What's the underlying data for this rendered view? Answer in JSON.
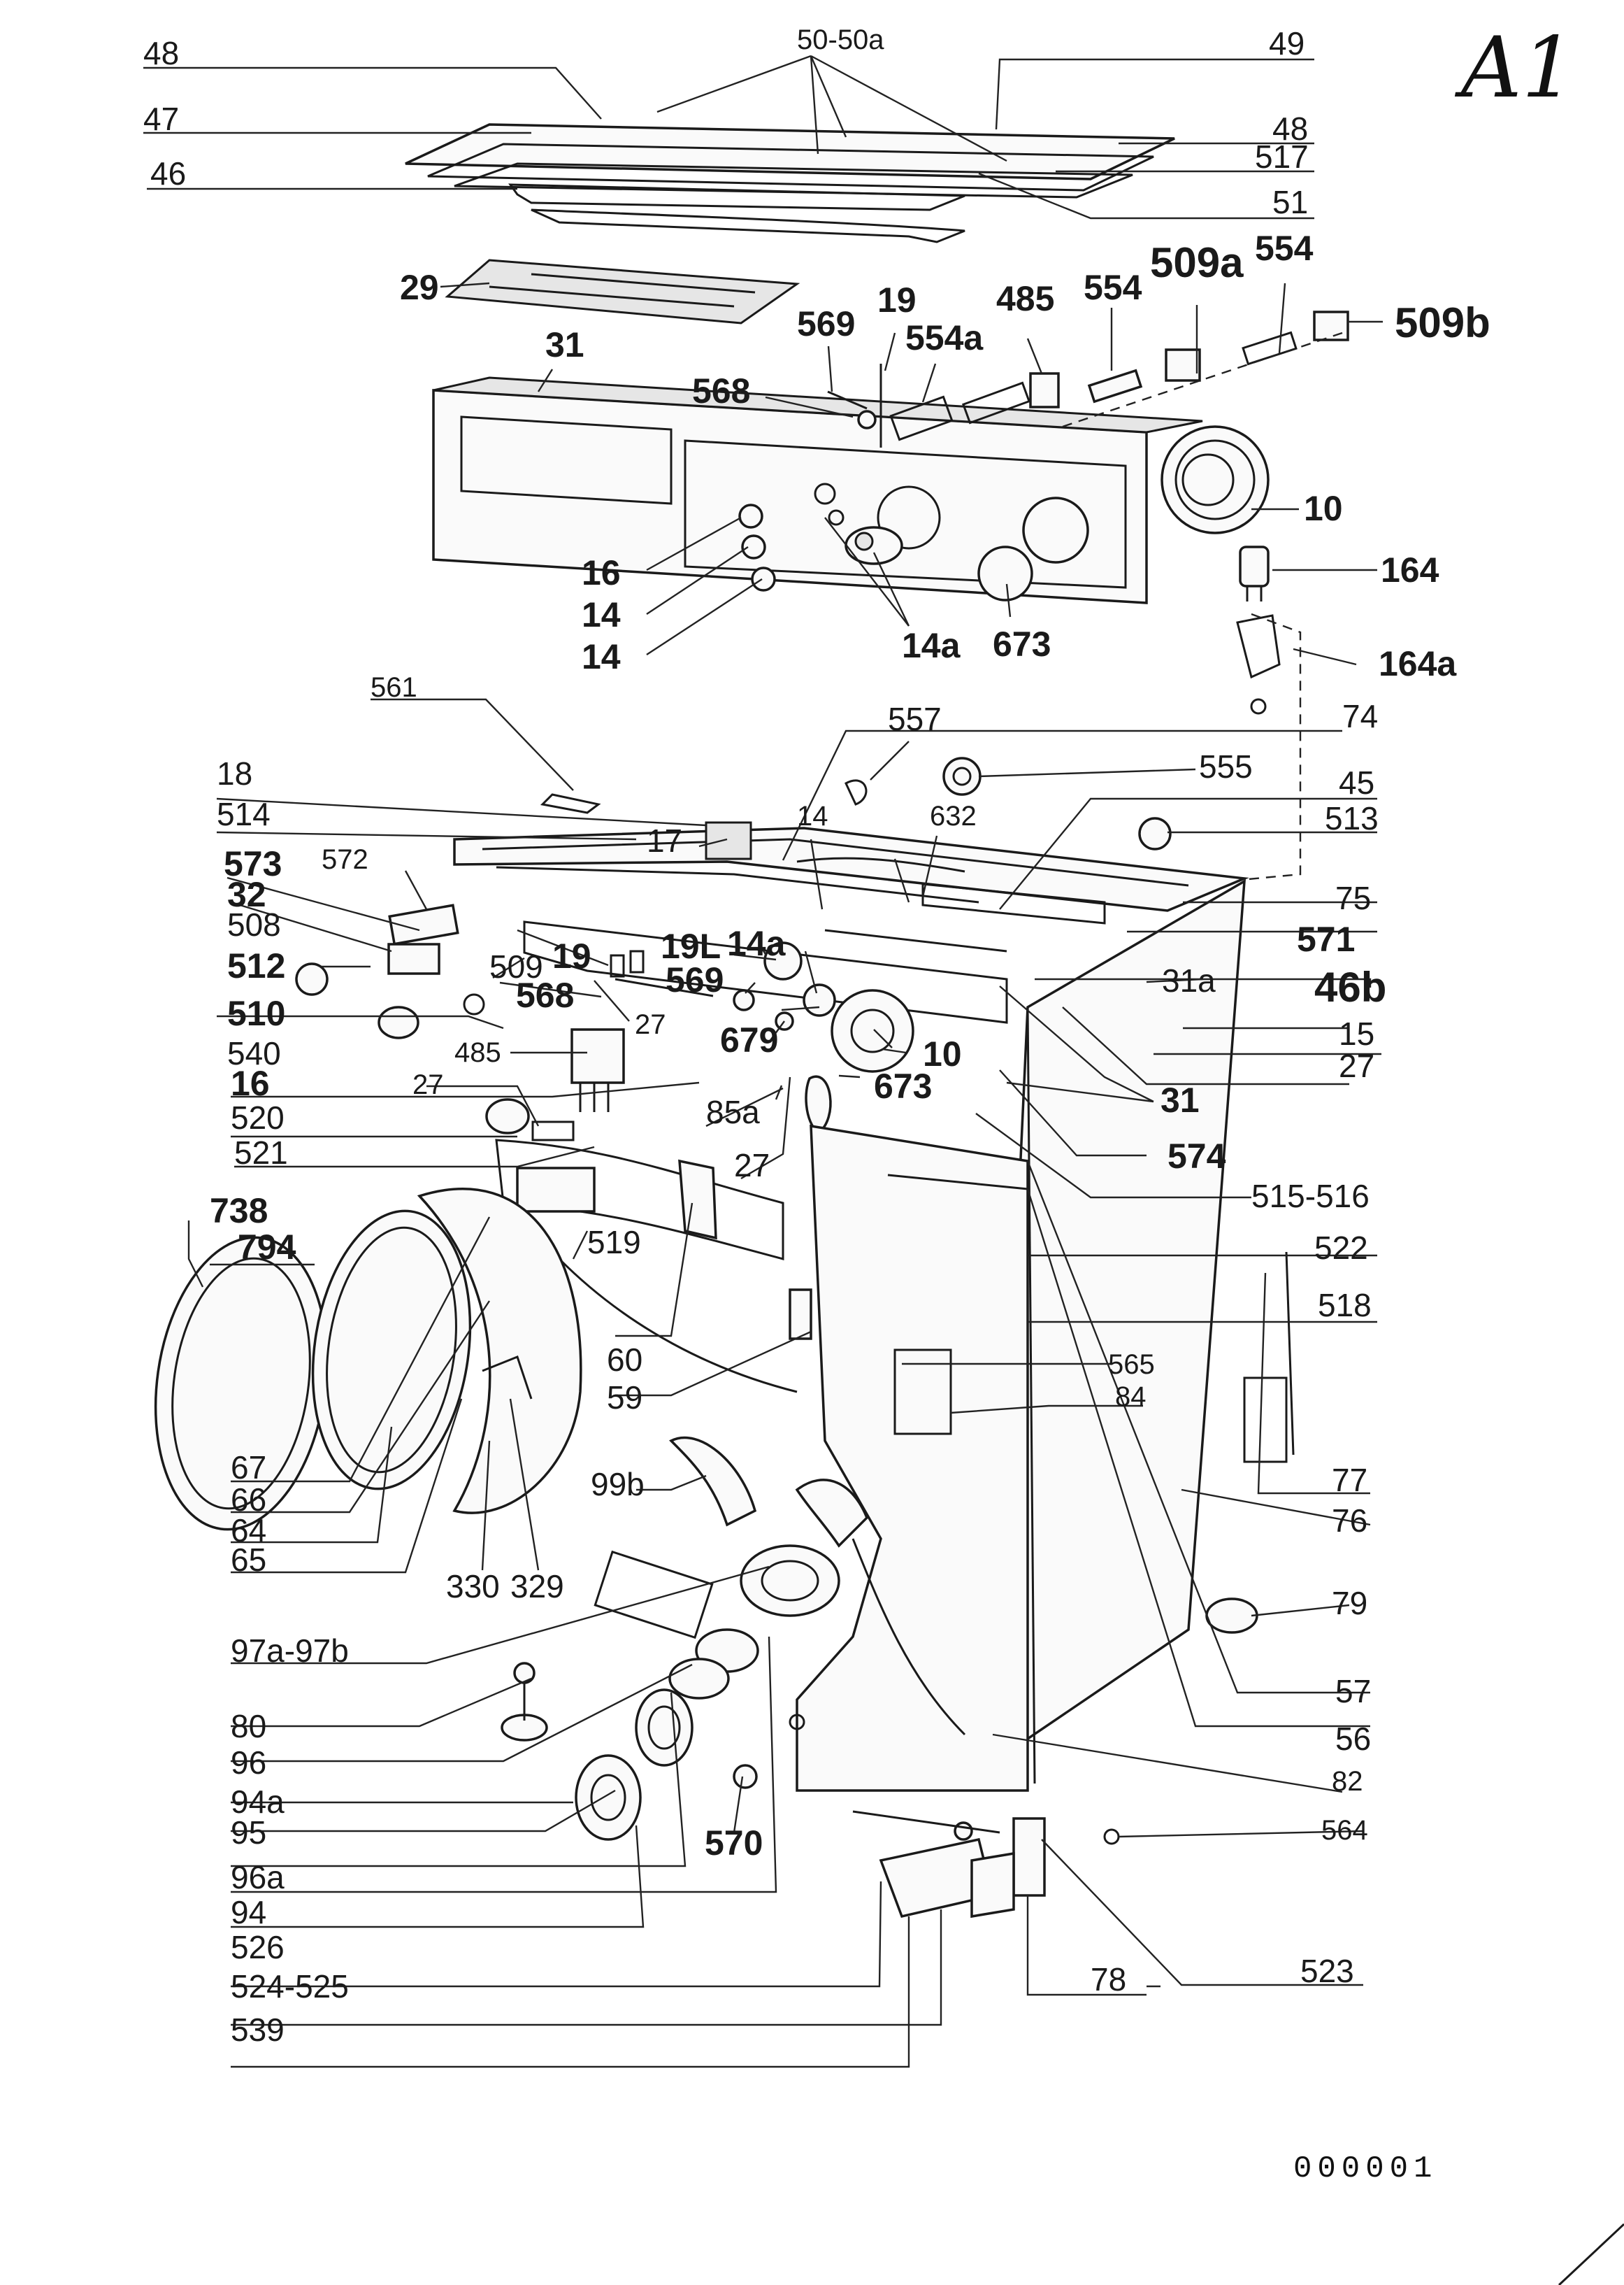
{
  "sheet_id": "A1",
  "drawing_number": "000001",
  "callouts": [
    {
      "id": "c48a",
      "text": "48",
      "style": "normal"
    },
    {
      "id": "c50",
      "text": "50-50a",
      "style": "small"
    },
    {
      "id": "c49",
      "text": "49",
      "style": "normal"
    },
    {
      "id": "c47",
      "text": "47",
      "style": "normal"
    },
    {
      "id": "c48b",
      "text": "48",
      "style": "normal"
    },
    {
      "id": "c46",
      "text": "46",
      "style": "normal"
    },
    {
      "id": "c517",
      "text": "517",
      "style": "normal"
    },
    {
      "id": "c51",
      "text": "51",
      "style": "normal"
    },
    {
      "id": "c29",
      "text": "29",
      "style": "bold"
    },
    {
      "id": "c509a",
      "text": "509a",
      "style": "big"
    },
    {
      "id": "c554r",
      "text": "554",
      "style": "bold"
    },
    {
      "id": "c485t",
      "text": "485",
      "style": "bold"
    },
    {
      "id": "c554l",
      "text": "554",
      "style": "bold"
    },
    {
      "id": "c19t",
      "text": "19",
      "style": "bold"
    },
    {
      "id": "c569t",
      "text": "569",
      "style": "bold"
    },
    {
      "id": "c554a",
      "text": "554a",
      "style": "bold"
    },
    {
      "id": "c509b",
      "text": "509b",
      "style": "big"
    },
    {
      "id": "c31t",
      "text": "31",
      "style": "bold"
    },
    {
      "id": "c568t",
      "text": "568",
      "style": "bold"
    },
    {
      "id": "c10t",
      "text": "10",
      "style": "bold"
    },
    {
      "id": "c16t",
      "text": "16",
      "style": "bold"
    },
    {
      "id": "c164",
      "text": "164",
      "style": "bold"
    },
    {
      "id": "c14a1",
      "text": "14",
      "style": "bold"
    },
    {
      "id": "c14a2",
      "text": "14",
      "style": "bold"
    },
    {
      "id": "c14at",
      "text": "14a",
      "style": "bold"
    },
    {
      "id": "c673t",
      "text": "673",
      "style": "bold"
    },
    {
      "id": "c164a",
      "text": "164a",
      "style": "bold"
    },
    {
      "id": "c561",
      "text": "561",
      "style": "small"
    },
    {
      "id": "c557",
      "text": "557",
      "style": "normal"
    },
    {
      "id": "c74",
      "text": "74",
      "style": "normal"
    },
    {
      "id": "c18",
      "text": "18",
      "style": "normal"
    },
    {
      "id": "c555",
      "text": "555",
      "style": "normal"
    },
    {
      "id": "c514",
      "text": "514",
      "style": "normal"
    },
    {
      "id": "c14m",
      "text": "14",
      "style": "small"
    },
    {
      "id": "c45",
      "text": "45",
      "style": "normal"
    },
    {
      "id": "c17",
      "text": "17",
      "style": "normal"
    },
    {
      "id": "c632",
      "text": "632",
      "style": "small"
    },
    {
      "id": "c513",
      "text": "513",
      "style": "normal"
    },
    {
      "id": "c572",
      "text": "572",
      "style": "small"
    },
    {
      "id": "c573",
      "text": "573",
      "style": "bold"
    },
    {
      "id": "c75",
      "text": "75",
      "style": "normal"
    },
    {
      "id": "c32",
      "text": "32",
      "style": "bold"
    },
    {
      "id": "c571",
      "text": "571",
      "style": "bold"
    },
    {
      "id": "c508",
      "text": "508",
      "style": "normal"
    },
    {
      "id": "c19m",
      "text": "19",
      "style": "bold"
    },
    {
      "id": "c19l",
      "text": "19L",
      "style": "bold"
    },
    {
      "id": "c14am",
      "text": "14a",
      "style": "bold"
    },
    {
      "id": "c512",
      "text": "512",
      "style": "bold"
    },
    {
      "id": "c509m",
      "text": "509",
      "style": "normal"
    },
    {
      "id": "c31a",
      "text": "31a",
      "style": "normal"
    },
    {
      "id": "c569m",
      "text": "569",
      "style": "bold"
    },
    {
      "id": "c568m",
      "text": "568",
      "style": "bold"
    },
    {
      "id": "c46b",
      "text": "46b",
      "style": "big"
    },
    {
      "id": "c510",
      "text": "510",
      "style": "bold"
    },
    {
      "id": "c27a",
      "text": "27",
      "style": "small"
    },
    {
      "id": "c679",
      "text": "679",
      "style": "bold"
    },
    {
      "id": "c15",
      "text": "15",
      "style": "normal"
    },
    {
      "id": "c540",
      "text": "540",
      "style": "normal"
    },
    {
      "id": "c10m",
      "text": "10",
      "style": "bold"
    },
    {
      "id": "c485m",
      "text": "485",
      "style": "small"
    },
    {
      "id": "c27b",
      "text": "27",
      "style": "normal"
    },
    {
      "id": "c16m",
      "text": "16",
      "style": "bold"
    },
    {
      "id": "c673m",
      "text": "673",
      "style": "bold"
    },
    {
      "id": "c31m",
      "text": "31",
      "style": "bold"
    },
    {
      "id": "c27c",
      "text": "27",
      "style": "small"
    },
    {
      "id": "c520",
      "text": "520",
      "style": "normal"
    },
    {
      "id": "c85a",
      "text": "85a",
      "style": "normal"
    },
    {
      "id": "c574",
      "text": "574",
      "style": "bold"
    },
    {
      "id": "c521",
      "text": "521",
      "style": "normal"
    },
    {
      "id": "c27d",
      "text": "27",
      "style": "normal"
    },
    {
      "id": "c515",
      "text": "515-516",
      "style": "normal"
    },
    {
      "id": "c738",
      "text": "738",
      "style": "bold"
    },
    {
      "id": "c519",
      "text": "519",
      "style": "normal"
    },
    {
      "id": "c794",
      "text": "794",
      "style": "bold"
    },
    {
      "id": "c522",
      "text": "522",
      "style": "normal"
    },
    {
      "id": "c518",
      "text": "518",
      "style": "normal"
    },
    {
      "id": "c60",
      "text": "60",
      "style": "normal"
    },
    {
      "id": "c565",
      "text": "565",
      "style": "small"
    },
    {
      "id": "c59",
      "text": "59",
      "style": "normal"
    },
    {
      "id": "c84",
      "text": "84",
      "style": "small"
    },
    {
      "id": "c67",
      "text": "67",
      "style": "normal"
    },
    {
      "id": "c99b",
      "text": "99b",
      "style": "normal"
    },
    {
      "id": "c77",
      "text": "77",
      "style": "normal"
    },
    {
      "id": "c66",
      "text": "66",
      "style": "normal"
    },
    {
      "id": "c76",
      "text": "76",
      "style": "normal"
    },
    {
      "id": "c64",
      "text": "64",
      "style": "normal"
    },
    {
      "id": "c65",
      "text": "65",
      "style": "normal"
    },
    {
      "id": "c330",
      "text": "330",
      "style": "normal"
    },
    {
      "id": "c329",
      "text": "329",
      "style": "normal"
    },
    {
      "id": "c79",
      "text": "79",
      "style": "normal"
    },
    {
      "id": "c97",
      "text": "97a-97b",
      "style": "normal"
    },
    {
      "id": "c80",
      "text": "80",
      "style": "normal"
    },
    {
      "id": "c57",
      "text": "57",
      "style": "normal"
    },
    {
      "id": "c96",
      "text": "96",
      "style": "normal"
    },
    {
      "id": "c56",
      "text": "56",
      "style": "normal"
    },
    {
      "id": "c82",
      "text": "82",
      "style": "small"
    },
    {
      "id": "c94a",
      "text": "94a",
      "style": "normal"
    },
    {
      "id": "c564",
      "text": "564",
      "style": "small"
    },
    {
      "id": "c95",
      "text": "95",
      "style": "normal"
    },
    {
      "id": "c570",
      "text": "570",
      "style": "bold"
    },
    {
      "id": "c96a",
      "text": "96a",
      "style": "normal"
    },
    {
      "id": "c94",
      "text": "94",
      "style": "normal"
    },
    {
      "id": "c526",
      "text": "526",
      "style": "normal"
    },
    {
      "id": "c523",
      "text": "523",
      "style": "normal"
    },
    {
      "id": "c78",
      "text": "78",
      "style": "normal"
    },
    {
      "id": "c524",
      "text": "524-525",
      "style": "normal"
    },
    {
      "id": "c539",
      "text": "539",
      "style": "normal"
    }
  ]
}
